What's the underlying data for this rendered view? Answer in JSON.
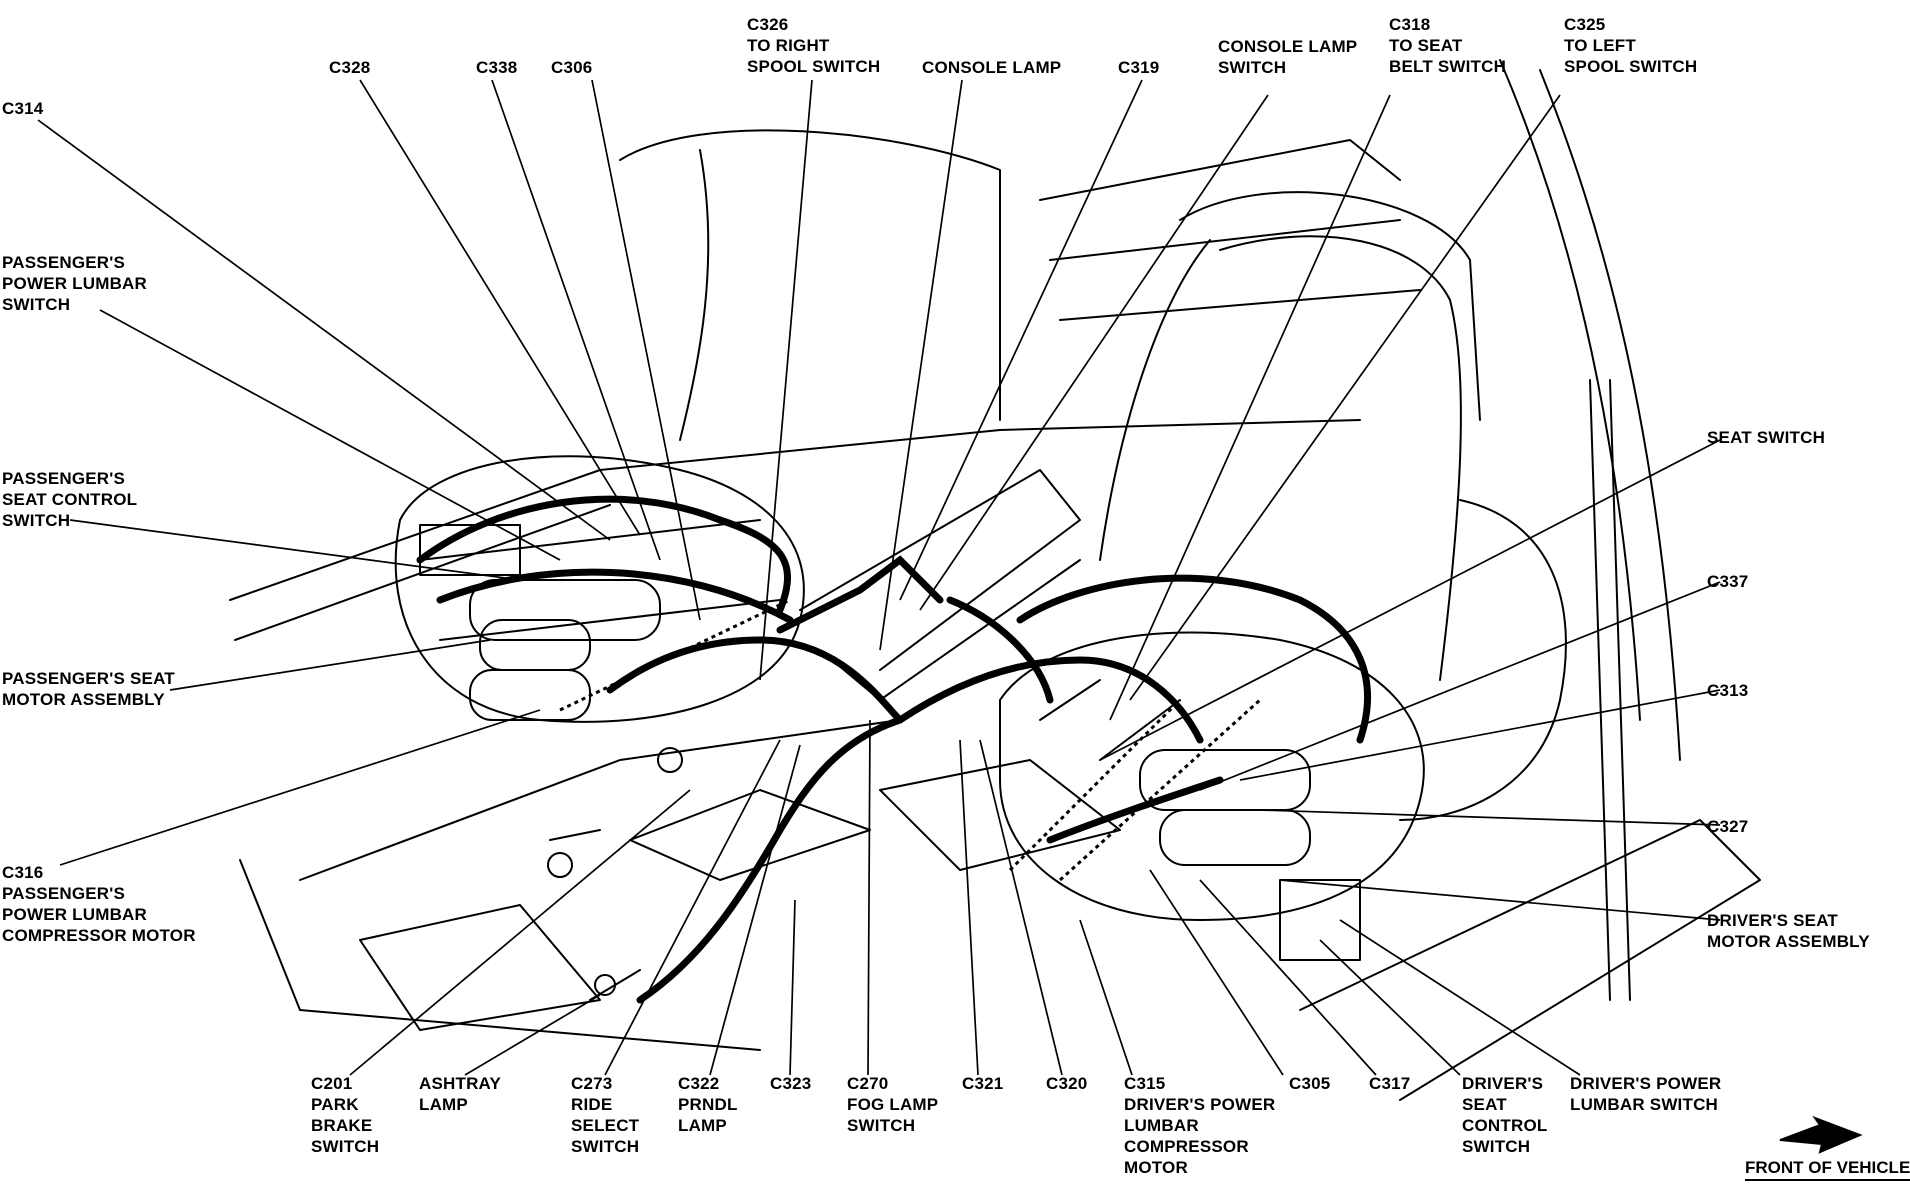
{
  "diagram": {
    "labels": [
      {
        "id": "c314",
        "text": "C314"
      },
      {
        "id": "c328",
        "text": "C328"
      },
      {
        "id": "c338",
        "text": "C338"
      },
      {
        "id": "c306",
        "text": "C306"
      },
      {
        "id": "c326",
        "text": "C326\nTO RIGHT\nSPOOL SWITCH"
      },
      {
        "id": "console-lamp",
        "text": "CONSOLE LAMP"
      },
      {
        "id": "c319",
        "text": "C319"
      },
      {
        "id": "console-lamp-switch",
        "text": "CONSOLE LAMP\nSWITCH"
      },
      {
        "id": "c318",
        "text": "C318\nTO SEAT\nBELT SWITCH"
      },
      {
        "id": "c325",
        "text": "C325\nTO LEFT\nSPOOL SWITCH"
      },
      {
        "id": "pass-power-lumbar-switch",
        "text": "PASSENGER'S\nPOWER LUMBAR\nSWITCH"
      },
      {
        "id": "pass-seat-control-switch",
        "text": "PASSENGER'S\nSEAT CONTROL\nSWITCH"
      },
      {
        "id": "pass-seat-motor",
        "text": "PASSENGER'S SEAT\nMOTOR ASSEMBLY"
      },
      {
        "id": "c316",
        "text": "C316\nPASSENGER'S\nPOWER LUMBAR\nCOMPRESSOR MOTOR"
      },
      {
        "id": "seat-switch",
        "text": "SEAT SWITCH"
      },
      {
        "id": "c337",
        "text": "C337"
      },
      {
        "id": "c313",
        "text": "C313"
      },
      {
        "id": "c327",
        "text": "C327"
      },
      {
        "id": "drv-seat-motor",
        "text": "DRIVER'S SEAT\nMOTOR ASSEMBLY"
      },
      {
        "id": "c201",
        "text": "C201\nPARK\nBRAKE\nSWITCH"
      },
      {
        "id": "ashtray-lamp",
        "text": "ASHTRAY\nLAMP"
      },
      {
        "id": "c273",
        "text": "C273\nRIDE\nSELECT\nSWITCH"
      },
      {
        "id": "c322",
        "text": "C322\nPRNDL\nLAMP"
      },
      {
        "id": "c323",
        "text": "C323"
      },
      {
        "id": "c270",
        "text": "C270\nFOG LAMP\nSWITCH"
      },
      {
        "id": "c321",
        "text": "C321"
      },
      {
        "id": "c320",
        "text": "C320"
      },
      {
        "id": "c315",
        "text": "C315\nDRIVER'S POWER\nLUMBAR\nCOMPRESSOR\nMOTOR"
      },
      {
        "id": "c305",
        "text": "C305"
      },
      {
        "id": "c317",
        "text": "C317"
      },
      {
        "id": "drv-seat-control-switch",
        "text": "DRIVER'S\nSEAT\nCONTROL\nSWITCH"
      },
      {
        "id": "drv-power-lumbar-switch",
        "text": "DRIVER'S POWER\nLUMBAR SWITCH"
      }
    ],
    "front_of_vehicle": "FRONT OF VEHICLE",
    "colors": {
      "ink": "#000000",
      "paper": "#ffffff"
    },
    "icons": {
      "front_arrow": "arrow-icon"
    }
  }
}
